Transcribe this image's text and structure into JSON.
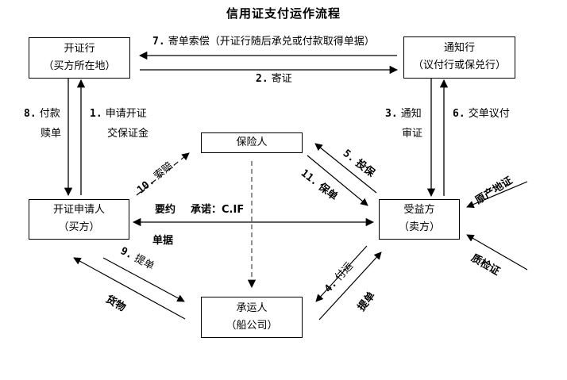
{
  "title": "信用证支付运作流程",
  "nodes": {
    "issuing_bank": {
      "line1": "开证行",
      "line2": "（买方所在地）"
    },
    "advising_bank": {
      "line1": "通知行",
      "line2": "（议付行或保兑行）"
    },
    "insurer": {
      "line1": "保险人"
    },
    "applicant": {
      "line1": "开证申请人",
      "line2": "（买方）"
    },
    "beneficiary": {
      "line1": "受益方",
      "line2": "（卖方）"
    },
    "carrier": {
      "line1": "承运人",
      "line2": "（船公司）"
    }
  },
  "edges": {
    "e7": {
      "num": "7.",
      "text": "寄单索偿（开证行随后承兑或付款取得单据）"
    },
    "e2": {
      "num": "2.",
      "text": "寄证"
    },
    "e8": {
      "num": "8.",
      "text1": "付款",
      "text2": "赎单"
    },
    "e1": {
      "num": "1.",
      "text1": "申请开证",
      "text2": "交保证金"
    },
    "e3": {
      "num": "3.",
      "text1": "通知",
      "text2": "审证"
    },
    "e6": {
      "num": "6.",
      "text": "交单议付"
    },
    "e10": {
      "num": "10.",
      "text": "索赔"
    },
    "e5": {
      "num": "5.",
      "text": "投保"
    },
    "e11": {
      "num": "11.",
      "text": "保单"
    },
    "contract": {
      "offer": "要约",
      "promise": "承诺：C.IF",
      "docs": "单据"
    },
    "e9": {
      "num": "9.",
      "text": "提单"
    },
    "goods": {
      "text": "货物"
    },
    "e4": {
      "num": "4.",
      "text": "付运"
    },
    "bl": {
      "text": "提单"
    },
    "origin_cert": {
      "text": "原产地证"
    },
    "inspection_cert": {
      "text": "质检证"
    }
  }
}
